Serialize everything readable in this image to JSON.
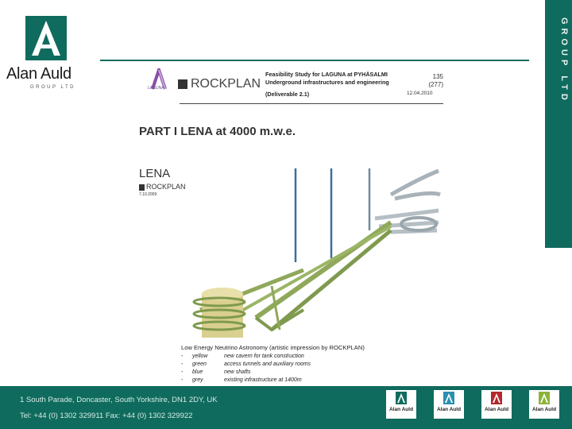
{
  "brand": {
    "name": "Alan Auld",
    "sub": "GROUP LTD",
    "side_text": "GROUP LTD",
    "color": "#0f6b5e"
  },
  "document": {
    "header": {
      "laguna_label": "LAGUNA",
      "rockplan_label": "ROCKPLAN",
      "title_line1": "Feasibility Study for LAGUNA at PYHÄSALMI",
      "title_line2": "Underground infrastructures and engineering",
      "deliverable": "(Deliverable 2.1)",
      "page": "135",
      "total_pages": "(277)",
      "date": "12.04.2010"
    },
    "part_title": "PART I LENA at 4000 m.w.e.",
    "lena": {
      "title": "LENA",
      "company": "ROCKPLAN",
      "date": "7.10.2009"
    },
    "caption": "Low Energy Neutrino Astronomy (artistic impression by ROCKPLAN)",
    "legend": [
      {
        "dash": "-",
        "color": "yellow",
        "desc": "new cavern for tank construction"
      },
      {
        "dash": "-",
        "color": "green",
        "desc": "access tunnels and auxiliary rooms"
      },
      {
        "dash": "-",
        "color": "blue",
        "desc": "new shafts"
      },
      {
        "dash": "-",
        "color": "grey",
        "desc": "existing infrastructure at 1400m"
      }
    ]
  },
  "footer": {
    "address": "1 South Parade, Doncaster, South Yorkshire, DN1 2DY, UK",
    "phone": "Tel: +44 (0) 1302 329911  Fax: +44 (0) 1302 329922"
  },
  "footer_logos": [
    {
      "label": "Alan Auld",
      "color": "#0f6b5e"
    },
    {
      "label": "Alan Auld",
      "color": "#2a8fb0"
    },
    {
      "label": "Alan Auld",
      "color": "#b3282d"
    },
    {
      "label": "Alan Auld",
      "color": "#8cb33a"
    }
  ]
}
